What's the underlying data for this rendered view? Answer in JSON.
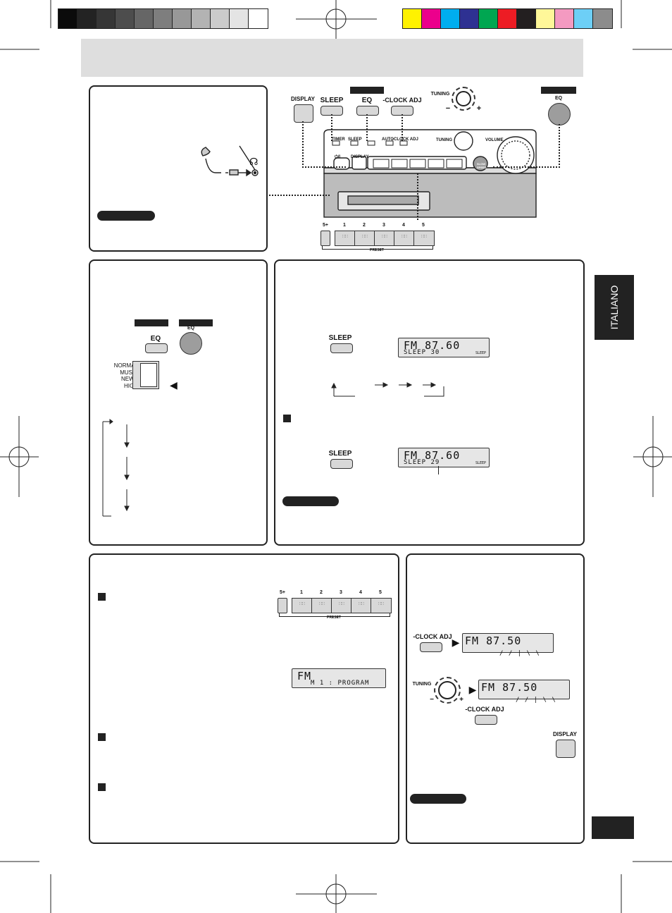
{
  "colors": {
    "swatches_gray": [
      "#0b0b0b",
      "#232323",
      "#363636",
      "#4d4d4d",
      "#666666",
      "#7e7e7e",
      "#989898",
      "#b3b3b3",
      "#cbcbcb",
      "#e4e4e4",
      "#ffffff"
    ],
    "swatches_color": [
      "#fff200",
      "#ec008c",
      "#00aeef",
      "#2e3192",
      "#00a651",
      "#ed1c24",
      "#231f20",
      "#fff799",
      "#f49ac1",
      "#6dcff6",
      "#8c8c8c"
    ],
    "header_band": "#dedede",
    "dark": "#222222"
  },
  "side_tab": {
    "label": "ITALIANO"
  },
  "remote_panel": {
    "display_label": "DISPLAY",
    "sleep_label": "SLEEP",
    "eq_label": "EQ",
    "clock_adj_label": "-CLOCK ADJ",
    "tuning_label": "TUNING",
    "tuning_minus": "−",
    "tuning_plus": "+",
    "eq_round_label": "EQ",
    "unit_labels": {
      "timer": "TIMER",
      "sleep": "SLEEP",
      "auto": "AUTO",
      "clock_adj": "-CLOCK ADJ",
      "tuning": "TUNING",
      "volume": "VOLUME",
      "power": "⏻/I",
      "display": "DISPLAY",
      "slow_speed": "SLOW SPEED"
    },
    "preset_keys": [
      "5+",
      "1",
      "2",
      "3",
      "4",
      "5"
    ],
    "preset_caption": "PRESET"
  },
  "eq_panel": {
    "eq_button_label": "EQ",
    "eq_round_label": "EQ",
    "modes": [
      "NORMAL",
      "MUSIC",
      "NEWS",
      "HIGH"
    ],
    "pointer": "◀"
  },
  "sleep_panel": {
    "sleep_label": "SLEEP",
    "display1": {
      "freq": "FM 87.60",
      "line2": "SLEEP  30",
      "tag": "SLEEP"
    },
    "display2": {
      "freq": "FM 87.60",
      "line2": "SLEEP  29",
      "tag": "SLEEP"
    }
  },
  "preset_panel": {
    "preset_keys": [
      "5+",
      "1",
      "2",
      "3",
      "4",
      "5"
    ],
    "preset_caption": "PRESET",
    "display": {
      "freq": "FM",
      "line2": "M  1 : PROGRAM"
    }
  },
  "clock_panel": {
    "clock_adj_label": "-CLOCK ADJ",
    "tuning_label": "TUNING",
    "tuning_minus": "−",
    "tuning_plus": "+",
    "display_label": "DISPLAY",
    "display1": {
      "freq": "FM  87.50"
    },
    "display2": {
      "freq": "FM  87.50"
    },
    "arrow": "▶"
  },
  "page_number": {
    "value": ""
  }
}
